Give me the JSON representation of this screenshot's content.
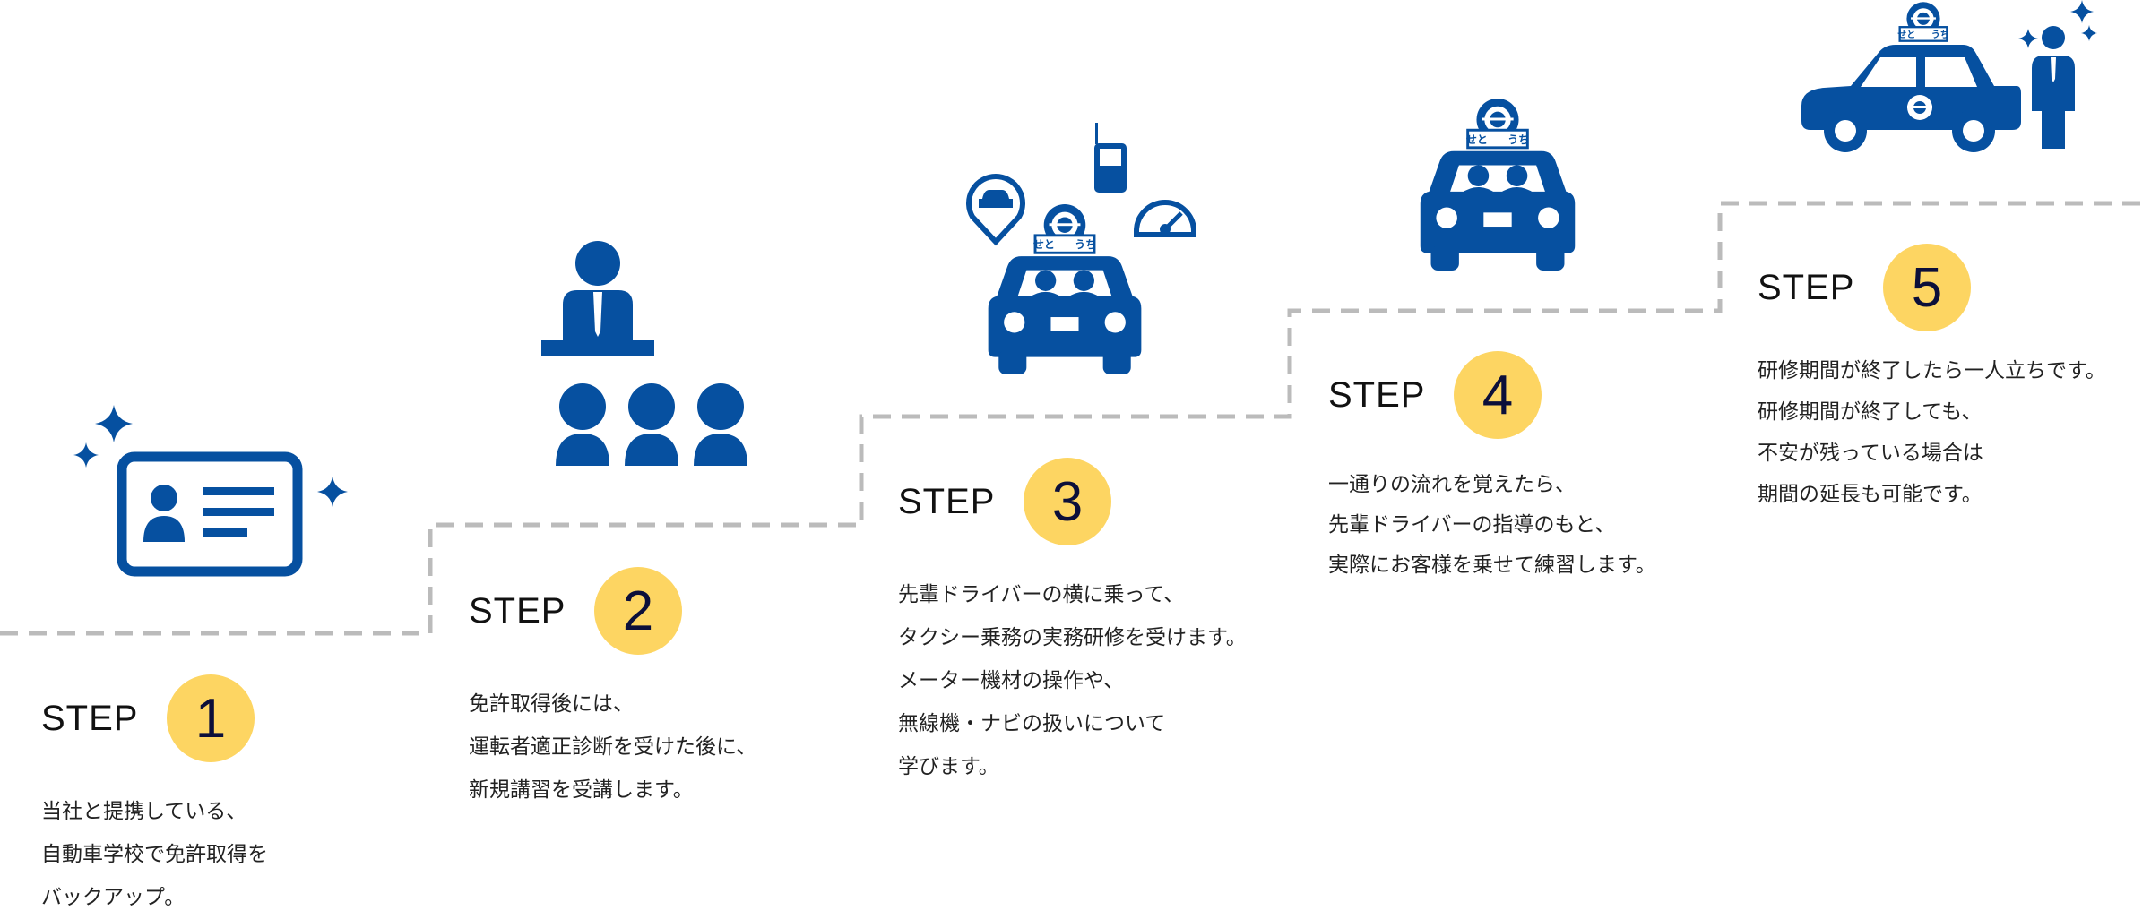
{
  "colors": {
    "brand_blue": "#0650a0",
    "step_circle": "#fdd562",
    "dash_line": "#bbbbbb"
  },
  "taxi_sign_logo_text": "せと うち",
  "steps": [
    {
      "label": "STEP",
      "number": "1",
      "icon": "id-card-icon",
      "lines": [
        "当社と提携している、",
        "自動車学校で免許取得を",
        "バックアップ。"
      ]
    },
    {
      "label": "STEP",
      "number": "2",
      "icon": "lecture-icon",
      "lines": [
        "免許取得後には、",
        "運転者適正診断を受けた後に、",
        "新規講習を受講します。"
      ]
    },
    {
      "label": "STEP",
      "number": "3",
      "icon": "taxi-training-icon",
      "lines": [
        "先輩ドライバーの横に乗って、",
        "タクシー乗務の実務研修を受けます。",
        "メーター機材の操作や、",
        "無線機・ナビの扱いについて",
        "学びます。"
      ]
    },
    {
      "label": "STEP",
      "number": "4",
      "icon": "taxi-front-icon",
      "lines": [
        "一通りの流れを覚えたら、",
        "先輩ドライバーの指導のもと、",
        "実際にお客様を乗せて練習します。"
      ]
    },
    {
      "label": "STEP",
      "number": "5",
      "icon": "taxi-driver-icon",
      "lines": [
        "研修期間が終了したら一人立ちです。",
        "研修期間が終了しても、",
        "不安が残っている場合は",
        "期間の延長も可能です。"
      ]
    }
  ]
}
